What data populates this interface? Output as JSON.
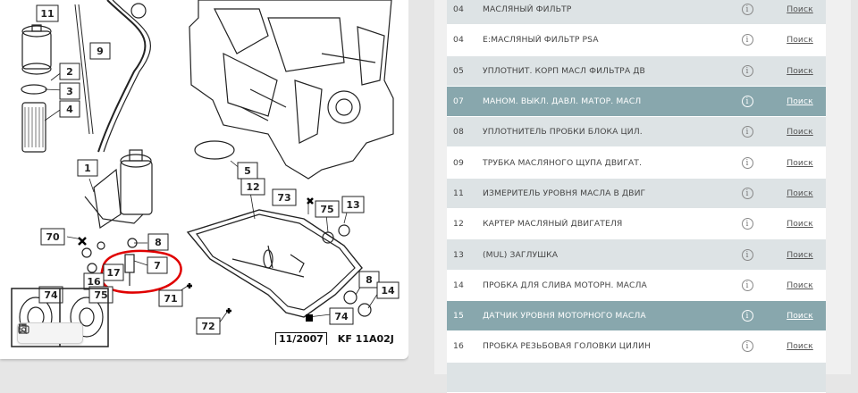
{
  "diagram": {
    "callouts": [
      "11",
      "9",
      "2",
      "3",
      "4",
      "1",
      "5",
      "12",
      "73",
      "75",
      "13",
      "70",
      "8",
      "17",
      "7",
      "16",
      "8",
      "14",
      "74",
      "75",
      "71",
      "72",
      "74"
    ],
    "footer_date": "11/2007",
    "footer_code": "KF 11A02J"
  },
  "toolbar": {
    "icons": [
      "bookmark-icon",
      "camera-icon",
      "more-icon"
    ]
  },
  "table": {
    "info_glyph": "i",
    "rows": [
      {
        "num": "04",
        "name": "МАСЛЯНЫЙ ФИЛЬТР",
        "link": "Поиск",
        "hl": false
      },
      {
        "num": "04",
        "name": "E:МАСЛЯНЫЙ ФИЛЬТР PSA",
        "link": "Поиск",
        "hl": false
      },
      {
        "num": "05",
        "name": "УПЛОТНИТ. КОРП МАСЛ ФИЛЬТРА ДВ",
        "link": "Поиск",
        "hl": false
      },
      {
        "num": "07",
        "name": "МАНОМ. ВЫКЛ. ДАВЛ. МАТОР. МАСЛ",
        "link": "Поиск",
        "hl": true
      },
      {
        "num": "08",
        "name": "УПЛОТНИТЕЛЬ ПРОБКИ БЛОКА ЦИЛ.",
        "link": "Поиск",
        "hl": false
      },
      {
        "num": "09",
        "name": "ТРУБКА МАСЛЯНОГО ЩУПА ДВИГАТ.",
        "link": "Поиск",
        "hl": false
      },
      {
        "num": "11",
        "name": "ИЗМЕРИТЕЛЬ УРОВНЯ МАСЛА В ДВИГ",
        "link": "Поиск",
        "hl": false
      },
      {
        "num": "12",
        "name": "КАРТЕР МАСЛЯНЫЙ ДВИГАТЕЛЯ",
        "link": "Поиск",
        "hl": false
      },
      {
        "num": "13",
        "name": "(MUL) ЗАГЛУШКА",
        "link": "Поиск",
        "hl": false
      },
      {
        "num": "14",
        "name": "ПРОБКА ДЛЯ СЛИВА МОТОРН. МАСЛА",
        "link": "Поиск",
        "hl": false
      },
      {
        "num": "15",
        "name": "ДАТЧИК УРОВНЯ МОТОРНОГО МАСЛА",
        "link": "Поиск",
        "hl": true
      },
      {
        "num": "16",
        "name": "ПРОБКА РЕЗЬБОВАЯ ГОЛОВКИ ЦИЛИН",
        "link": "Поиск",
        "hl": false
      },
      {
        "num": "",
        "name": "",
        "link": "",
        "hl": false
      }
    ]
  }
}
